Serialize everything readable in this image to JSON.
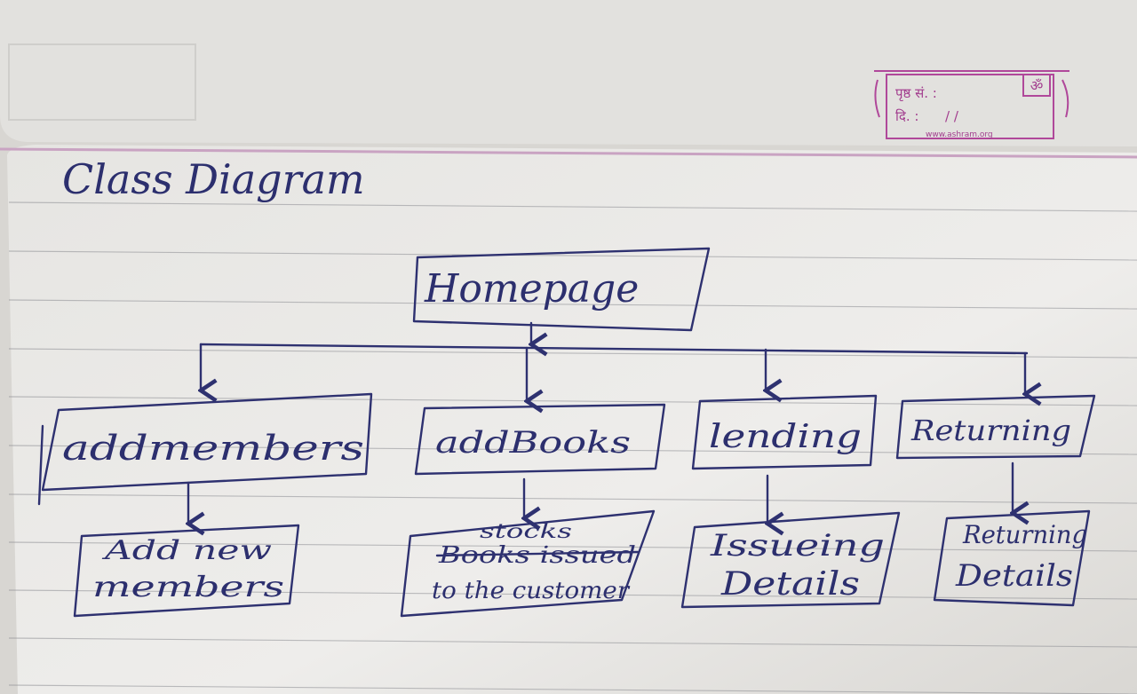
{
  "title": "Class Diagram",
  "stamp": {
    "page_no_label": "पृष्ठ सं. :",
    "date_label": "दि. :",
    "date_slashes": "/ /",
    "om": "ॐ",
    "website": "www.ashram.org"
  },
  "nodes": {
    "root": "Homepage",
    "level1": [
      "addmembers",
      "addBooks",
      "lending",
      "Returning"
    ],
    "level2": [
      {
        "line1": "Add new",
        "line2": "members"
      },
      {
        "line1": "stocks",
        "struck": "Books issued",
        "line2": "to the customer"
      },
      {
        "line1": "Issueing",
        "line2": "Details"
      },
      {
        "line1": "Returning",
        "line2": "Details"
      }
    ]
  },
  "colors": {
    "ink": "#2e3170",
    "stamp": "#b0489a",
    "paper": "#e9e8e6"
  }
}
